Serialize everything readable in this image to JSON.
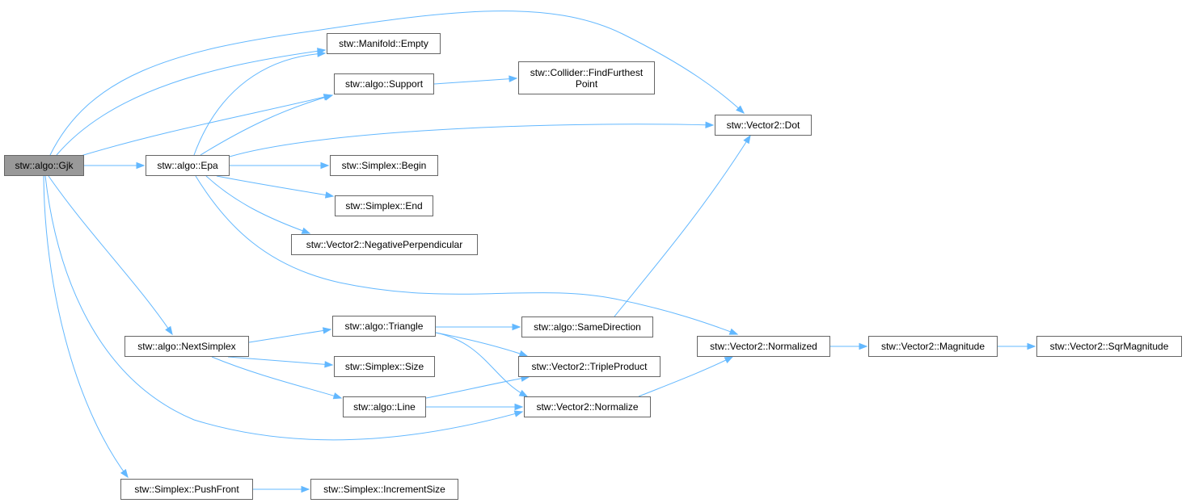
{
  "diagram": {
    "edge_color": "#63b8ff",
    "node_border_color": "#666666",
    "current_node_fill": "#999999",
    "nodes": {
      "gjk": "stw::algo::Gjk",
      "manifold_empty": "stw::Manifold::Empty",
      "algo_support": "stw::algo::Support",
      "collider_find": "stw::Collider::FindFurthest\nPoint",
      "vector2_dot": "stw::Vector2::Dot",
      "algo_epa": "stw::algo::Epa",
      "simplex_begin": "stw::Simplex::Begin",
      "simplex_end": "stw::Simplex::End",
      "vector2_negperp": "stw::Vector2::NegativePerpendicular",
      "algo_nextsimplex": "stw::algo::NextSimplex",
      "algo_triangle": "stw::algo::Triangle",
      "algo_samedirection": "stw::algo::SameDirection",
      "vector2_normalized": "stw::Vector2::Normalized",
      "vector2_magnitude": "stw::Vector2::Magnitude",
      "vector2_sqrmagnitude": "stw::Vector2::SqrMagnitude",
      "vector2_tripleproduct": "stw::Vector2::TripleProduct",
      "simplex_size": "stw::Simplex::Size",
      "algo_line": "stw::algo::Line",
      "vector2_normalize": "stw::Vector2::Normalize",
      "simplex_pushfront": "stw::Simplex::PushFront",
      "simplex_incrementsize": "stw::Simplex::IncrementSize"
    },
    "edges": [
      [
        "gjk",
        "vector2_dot"
      ],
      [
        "gjk",
        "manifold_empty"
      ],
      [
        "gjk",
        "algo_support"
      ],
      [
        "gjk",
        "algo_epa"
      ],
      [
        "gjk",
        "algo_nextsimplex"
      ],
      [
        "gjk",
        "vector2_normalize"
      ],
      [
        "gjk",
        "simplex_pushfront"
      ],
      [
        "algo_epa",
        "manifold_empty"
      ],
      [
        "algo_epa",
        "algo_support"
      ],
      [
        "algo_epa",
        "vector2_dot"
      ],
      [
        "algo_epa",
        "simplex_begin"
      ],
      [
        "algo_epa",
        "simplex_end"
      ],
      [
        "algo_epa",
        "vector2_negperp"
      ],
      [
        "algo_epa",
        "vector2_normalized"
      ],
      [
        "algo_support",
        "collider_find"
      ],
      [
        "algo_samedirection",
        "vector2_dot"
      ],
      [
        "algo_nextsimplex",
        "algo_triangle"
      ],
      [
        "algo_nextsimplex",
        "simplex_size"
      ],
      [
        "algo_nextsimplex",
        "algo_line"
      ],
      [
        "algo_triangle",
        "algo_samedirection"
      ],
      [
        "algo_triangle",
        "vector2_tripleproduct"
      ],
      [
        "algo_triangle",
        "vector2_normalize"
      ],
      [
        "algo_line",
        "vector2_tripleproduct"
      ],
      [
        "algo_line",
        "vector2_normalize"
      ],
      [
        "vector2_normalize",
        "vector2_normalized"
      ],
      [
        "vector2_normalized",
        "vector2_magnitude"
      ],
      [
        "vector2_magnitude",
        "vector2_sqrmagnitude"
      ],
      [
        "simplex_pushfront",
        "simplex_incrementsize"
      ]
    ]
  }
}
